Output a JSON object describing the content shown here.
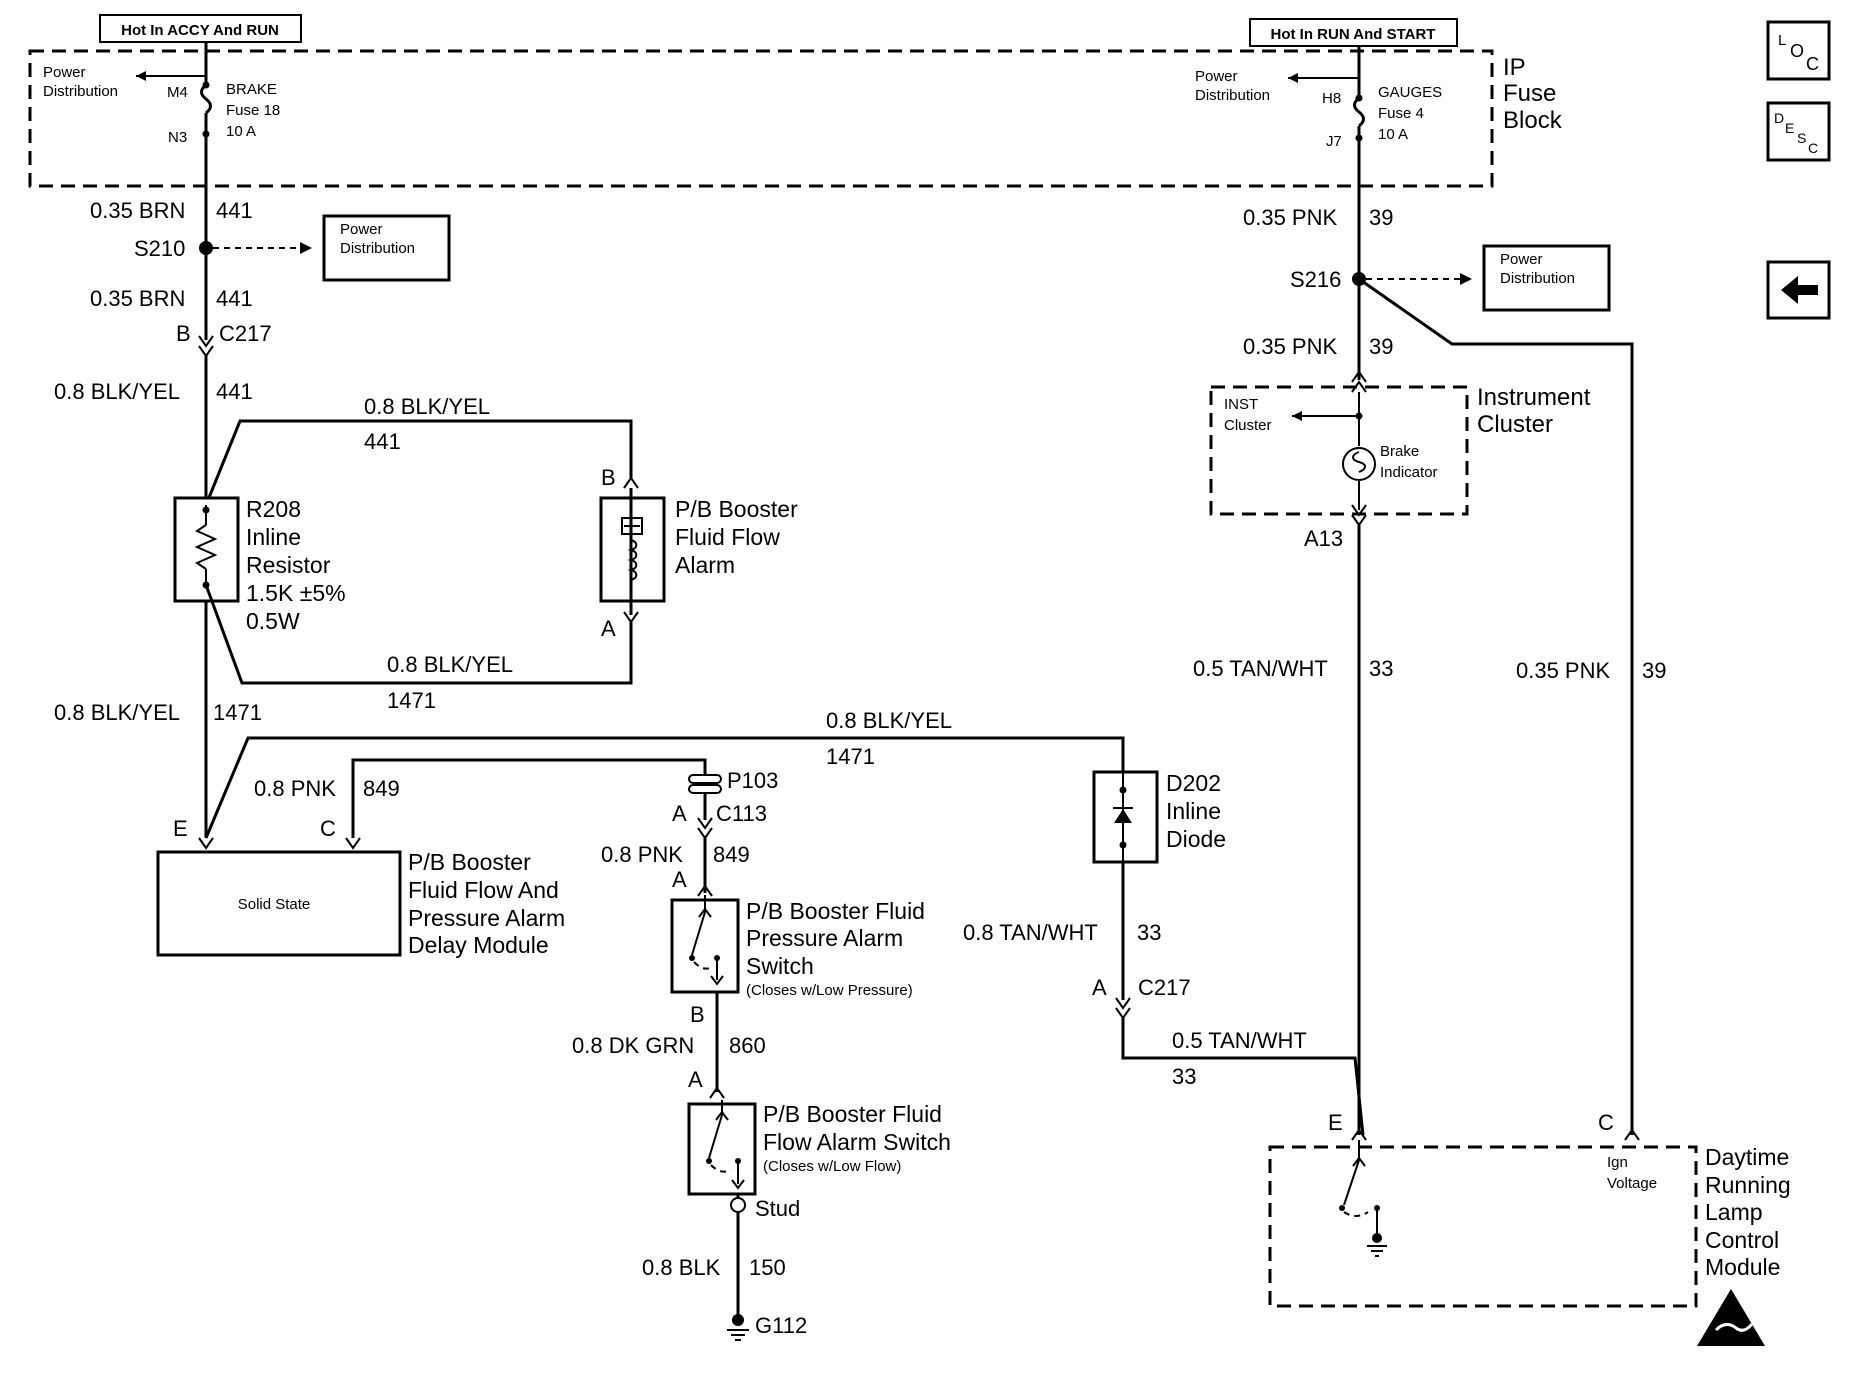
{
  "supply": {
    "left_label": "Hot In ACCY And RUN",
    "right_label": "Hot In RUN And START"
  },
  "fuse_block": {
    "title_1": "IP",
    "title_2": "Fuse",
    "title_3": "Block",
    "left_fuse": {
      "pd_line1": "Power",
      "pd_line2": "Distribution",
      "pin_top": "M4",
      "pin_bottom": "N3",
      "name": "BRAKE",
      "fuse": "Fuse 18",
      "rating": "10 A"
    },
    "right_fuse": {
      "pd_line1": "Power",
      "pd_line2": "Distribution",
      "pin_top": "H8",
      "pin_bottom": "J7",
      "name": "GAUGES",
      "fuse": "Fuse 4",
      "rating": "10 A"
    }
  },
  "nav": {
    "loc_icon": "loc-icon",
    "loc_l": "L",
    "loc_o": "O",
    "loc_c": "C",
    "desc_icon": "desc-icon",
    "desc_d": "D",
    "desc_e": "E",
    "desc_s": "S",
    "desc_c": "C",
    "back_icon": "back-arrow-icon"
  },
  "left_circuit": {
    "w1_gauge": "0.35 BRN",
    "w1_num": "441",
    "splice": "S210",
    "pd_box_1": "Power",
    "pd_box_2": "Distribution",
    "w2_gauge": "0.35 BRN",
    "w2_num": "441",
    "c217_pin": "B",
    "c217": "C217",
    "w3_gauge": "0.8 BLK/YEL",
    "w3_num": "441",
    "top_wire_gauge": "0.8 BLK/YEL",
    "top_wire_num": "441",
    "resistor_1": "R208",
    "resistor_2": "Inline",
    "resistor_3": "Resistor",
    "resistor_4": "1.5K ±5%",
    "resistor_5": "0.5W",
    "alarm_pin_b": "B",
    "alarm_pin_a": "A",
    "alarm_1": "P/B Booster",
    "alarm_2": "Fluid Flow",
    "alarm_3": "Alarm",
    "bottom_wire_gauge": "0.8 BLK/YEL",
    "bottom_wire_num": "1471",
    "w4_gauge": "0.8 BLK/YEL",
    "w4_num": "1471",
    "long_wire_gauge": "0.8 BLK/YEL",
    "long_wire_num": "1471",
    "pnk_gauge": "0.8 PNK",
    "pnk_num": "849",
    "pin_e": "E",
    "pin_c": "C",
    "module_inner": "Solid State",
    "module_1": "P/B Booster",
    "module_2": "Fluid Flow And",
    "module_3": "Pressure Alarm",
    "module_4": "Delay Module"
  },
  "middle_circuit": {
    "p103": "P103",
    "c113_pin": "A",
    "c113": "C113",
    "w_gauge": "0.8 PNK",
    "w_num": "849",
    "sw1_pin_a": "A",
    "sw1_1": "P/B Booster Fluid",
    "sw1_2": "Pressure Alarm",
    "sw1_3": "Switch",
    "sw1_note": "(Closes w/Low Pressure)",
    "sw1_pin_b": "B",
    "grn_gauge": "0.8 DK GRN",
    "grn_num": "860",
    "sw2_pin_a": "A",
    "sw2_1": "P/B Booster Fluid",
    "sw2_2": "Flow Alarm Switch",
    "sw2_note": "(Closes w/Low Flow)",
    "stud": "Stud",
    "blk_gauge": "0.8 BLK",
    "blk_num": "150",
    "ground": "G112"
  },
  "diode_circuit": {
    "diode_1": "D202",
    "diode_2": "Inline",
    "diode_3": "Diode",
    "w_gauge": "0.8 TAN/WHT",
    "w_num": "33",
    "c217_pin": "A",
    "c217": "C217",
    "w2_gauge": "0.5 TAN/WHT",
    "w2_num": "33"
  },
  "right_circuit": {
    "w1_gauge": "0.35 PNK",
    "w1_num": "39",
    "splice": "S216",
    "pd_box_1": "Power",
    "pd_box_2": "Distribution",
    "w2_gauge": "0.35 PNK",
    "w2_num": "39",
    "cluster_title_1": "Instrument",
    "cluster_title_2": "Cluster",
    "inst_1": "INST",
    "inst_2": "Cluster",
    "brake_1": "Brake",
    "brake_2": "Indicator",
    "pin_a13": "A13",
    "tan_gauge": "0.5 TAN/WHT",
    "tan_num": "33",
    "pnk_gauge": "0.35 PNK",
    "pnk_num": "39",
    "pin_e": "E",
    "pin_c": "C",
    "ign_1": "Ign",
    "ign_2": "Voltage",
    "drl_1": "Daytime",
    "drl_2": "Running",
    "drl_3": "Lamp",
    "drl_4": "Control",
    "drl_5": "Module",
    "esd_icon": "esd-warning-icon"
  }
}
